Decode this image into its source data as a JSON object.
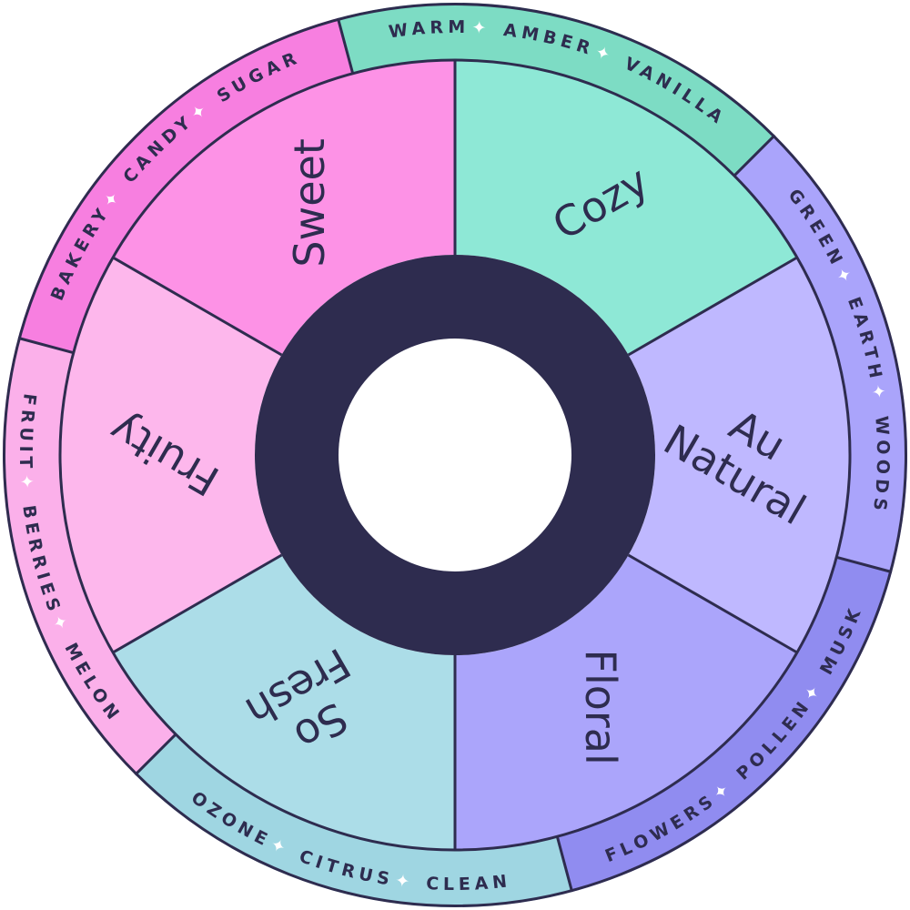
{
  "colors": {
    "outline": "#2e2c4f",
    "hub": "#2e2c4f",
    "hub_hole": "#ffffff",
    "separator_star": "#ffffff"
  },
  "wheel": {
    "segments": [
      {
        "id": "cozy",
        "label_lines": [
          "Cozy"
        ],
        "inner_color": "#8ee8d6",
        "outer_color": "#7ddcc4",
        "notes": [
          "WARM",
          "AMBER",
          "VANILLA"
        ],
        "label_rotation_deg": -30
      },
      {
        "id": "au-natural",
        "label_lines": [
          "Au",
          "Natural"
        ],
        "inner_color": "#bfb8ff",
        "outer_color": "#aaa4fb",
        "notes": [
          "GREEN",
          "EARTH",
          "WOODS"
        ],
        "label_rotation_deg": 30
      },
      {
        "id": "floral",
        "label_lines": [
          "Floral"
        ],
        "inner_color": "#aba5fb",
        "outer_color": "#908cf0",
        "notes": [
          "FLOWERS",
          "POLLEN",
          "MUSK"
        ],
        "label_rotation_deg": 90
      },
      {
        "id": "so-fresh",
        "label_lines": [
          "So",
          "Fresh"
        ],
        "inner_color": "#acdde8",
        "outer_color": "#9fd6e2",
        "notes": [
          "OZONE",
          "CITRUS",
          "CLEAN"
        ],
        "label_rotation_deg": 150
      },
      {
        "id": "fruity",
        "label_lines": [
          "Fruity"
        ],
        "inner_color": "#fdb7ec",
        "outer_color": "#fbb0ea",
        "notes": [
          "FRUIT",
          "BERRIES",
          "MELON"
        ],
        "label_rotation_deg": 210
      },
      {
        "id": "sweet",
        "label_lines": [
          "Sweet"
        ],
        "inner_color": "#fd92e6",
        "outer_color": "#f77fe0",
        "notes": [
          "BAKERY",
          "CANDY",
          "SUGAR"
        ],
        "label_rotation_deg": 270
      }
    ]
  }
}
